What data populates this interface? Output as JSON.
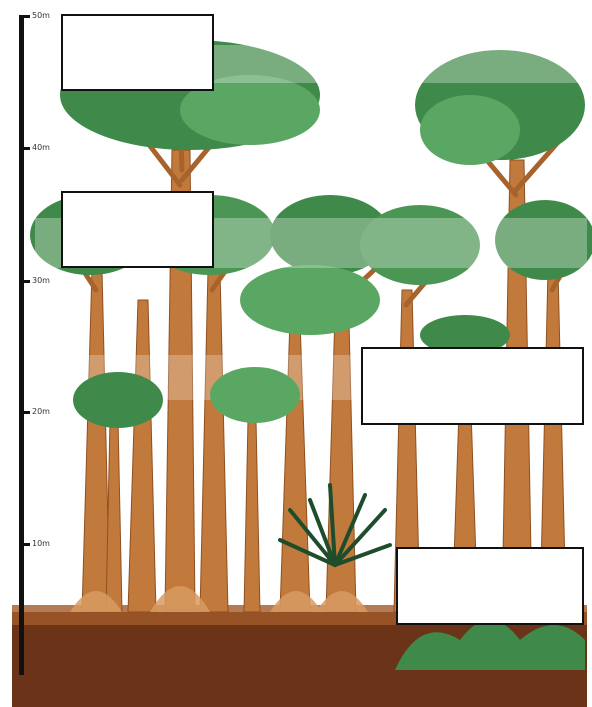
{
  "scale": {
    "ticks": [
      {
        "label": "50m",
        "value": 50
      },
      {
        "label": "40m",
        "value": 40
      },
      {
        "label": "30m",
        "value": 30
      },
      {
        "label": "20m",
        "value": 20
      },
      {
        "label": "10m",
        "value": 10
      }
    ]
  },
  "label_boxes": [
    {
      "name": "emergent-layer-label",
      "text": ""
    },
    {
      "name": "canopy-layer-label",
      "text": ""
    },
    {
      "name": "understory-layer-label",
      "text": ""
    },
    {
      "name": "forest-floor-label",
      "text": ""
    }
  ],
  "colors": {
    "leaf_dark": "#3f8a4a",
    "leaf_mid": "#5aa763",
    "leaf_light": "#8cc795",
    "trunk": "#c27a3c",
    "trunk_dark": "#8f4f1f",
    "soil": "#6b3418",
    "scale_bar": "#111111"
  }
}
